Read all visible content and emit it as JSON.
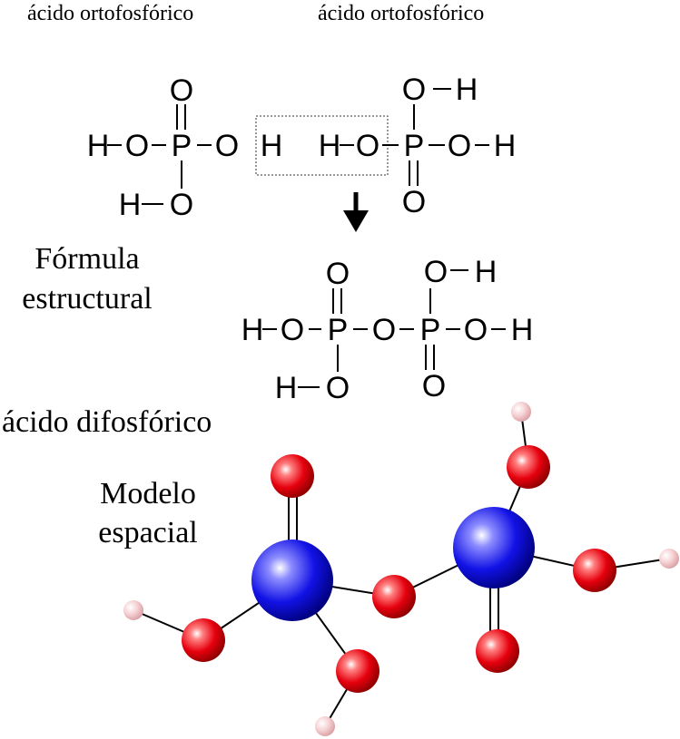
{
  "labels": {
    "orto_left": "ácido ortofosfórico",
    "orto_right": "ácido ortofosfórico",
    "formula_line1": "Fórmula",
    "formula_line2": "estructural",
    "difosforico": "ácido difosfórico",
    "modelo_line1": "Modelo",
    "modelo_line2": "espacial"
  },
  "atoms": {
    "H": "H",
    "O": "O",
    "P": "P"
  },
  "colors": {
    "phosphorus": "#1010e0",
    "oxygen": "#e00010",
    "hydrogen": "#f2c6c8",
    "bond": "#000000"
  }
}
